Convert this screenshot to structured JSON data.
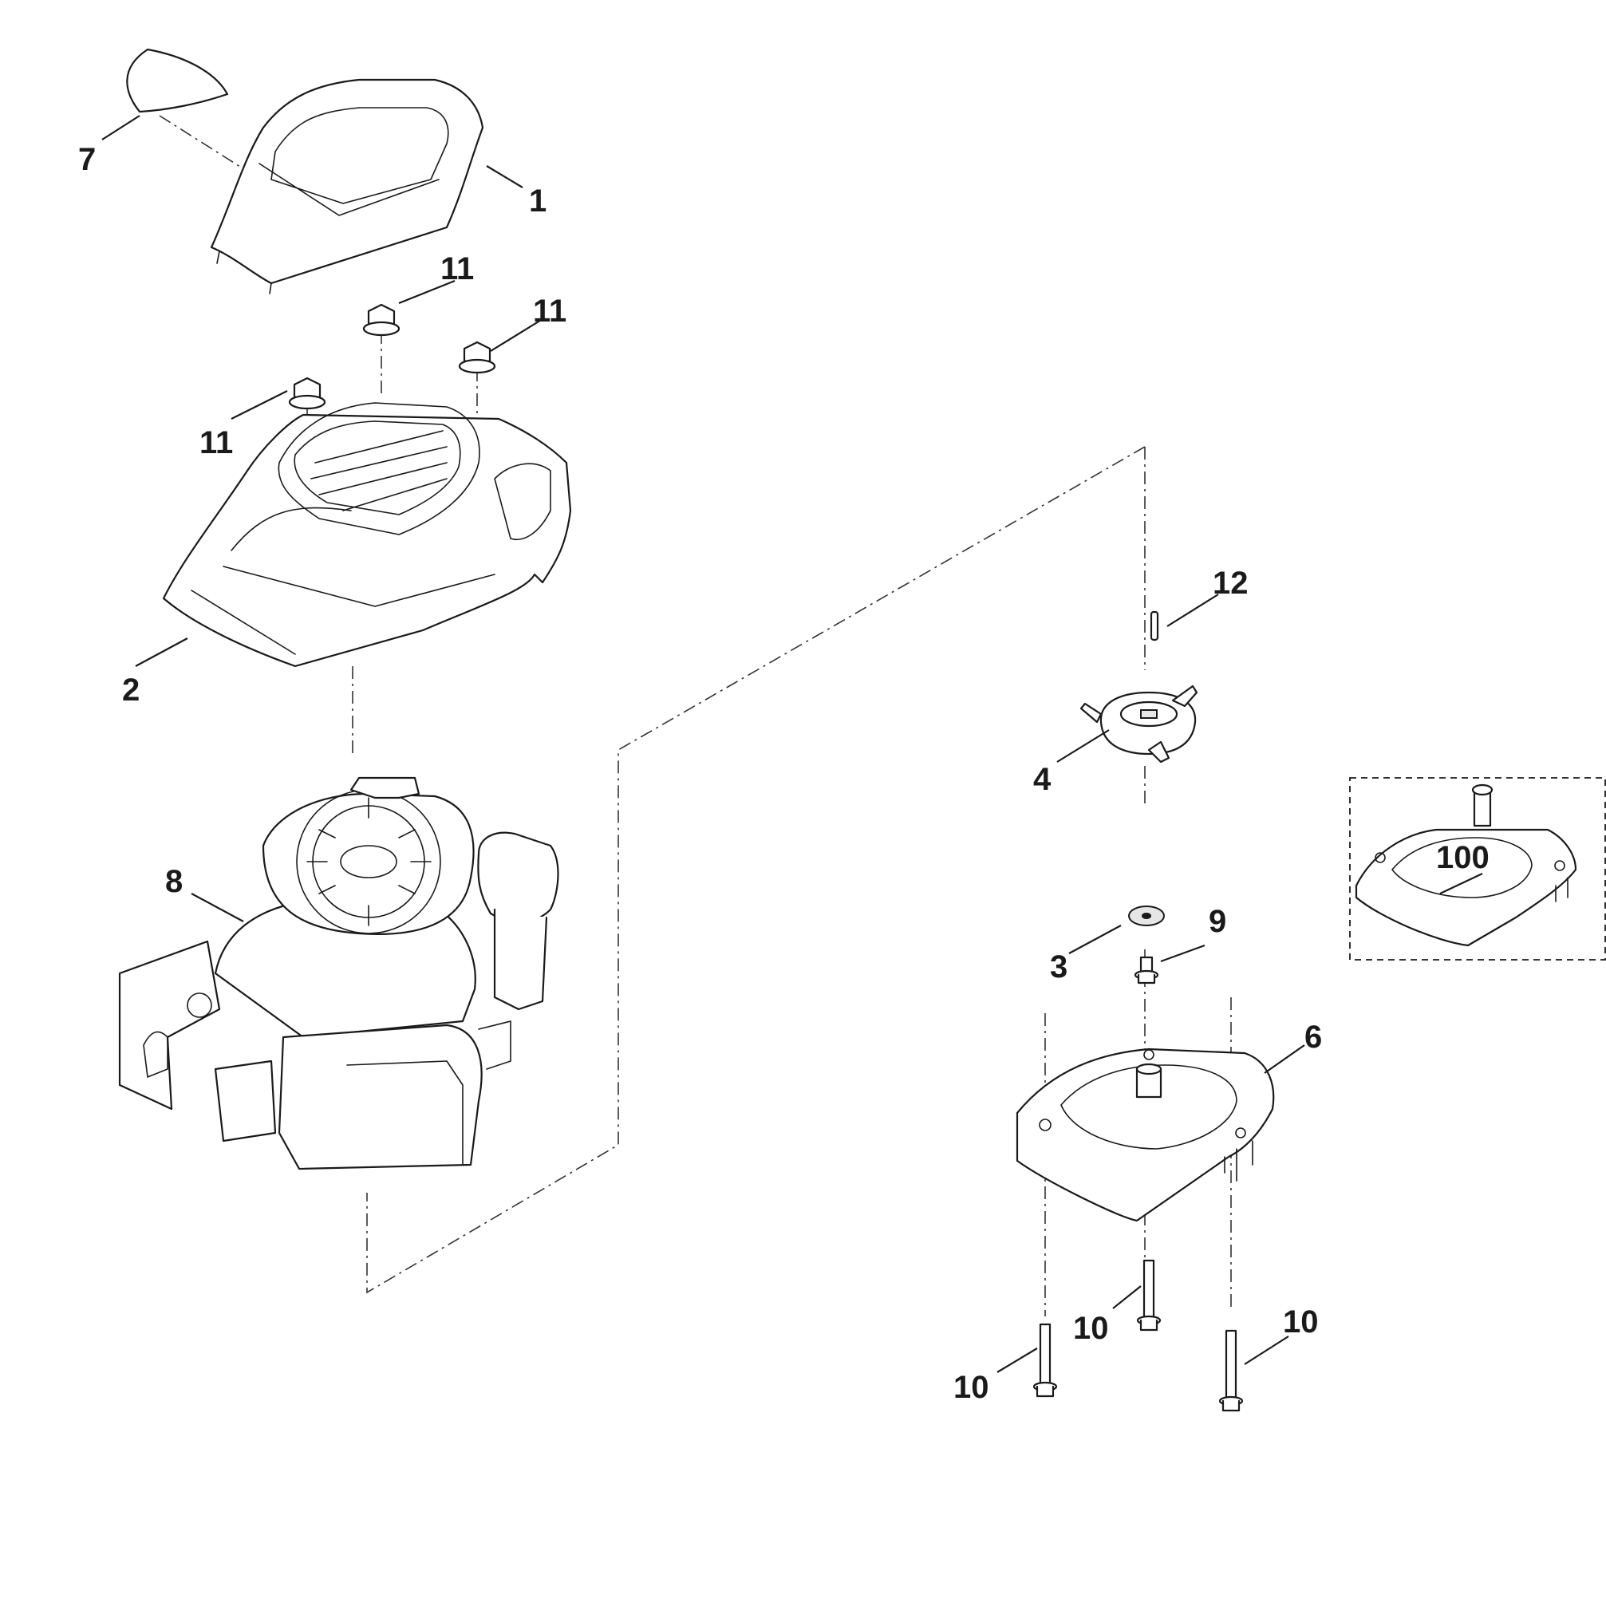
{
  "diagram": {
    "callouts": {
      "c1": "1",
      "c2": "2",
      "c3": "3",
      "c4": "4",
      "c6": "6",
      "c7": "7",
      "c8": "8",
      "c9": "9",
      "c10a": "10",
      "c10b": "10",
      "c10c": "10",
      "c11a": "11",
      "c11b": "11",
      "c11c": "11",
      "c12": "12",
      "c100": "100"
    }
  }
}
